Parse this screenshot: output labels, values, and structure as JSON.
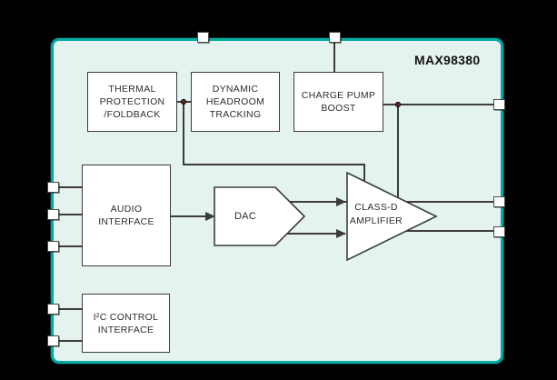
{
  "title": {
    "part_number": "MAX98380"
  },
  "blocks": {
    "thermal_protection": {
      "line1": "THERMAL",
      "line2": "PROTECTION",
      "line3": "/FOLDBACK"
    },
    "dynamic_headroom": {
      "line1": "DYNAMIC",
      "line2": "HEADROOM",
      "line3": "TRACKING"
    },
    "charge_pump_boost": {
      "line1": "CHARGE PUMP",
      "line2": "BOOST"
    },
    "audio_interface": {
      "line1": "AUDIO",
      "line2": "INTERFACE"
    },
    "i2c_control_interface": {
      "line1": "I²C CONTROL",
      "line2": "INTERFACE"
    },
    "dac": {
      "label": "DAC"
    },
    "class_d_amplifier": {
      "line1": "CLASS-D",
      "line2": "AMPLIFIER"
    }
  },
  "colors": {
    "background": "#000000",
    "chip_fill": "#E4F2F0",
    "chip_border": "#00ACA2",
    "block_fill": "#FFFFFF",
    "block_border": "#3C3C3C",
    "wire": "#3C3C3C",
    "junction_dot": "#5A2620",
    "pin_fill": "#FFFFFF",
    "pin_border": "#4A4A4A",
    "text": "#2D2D2D"
  }
}
